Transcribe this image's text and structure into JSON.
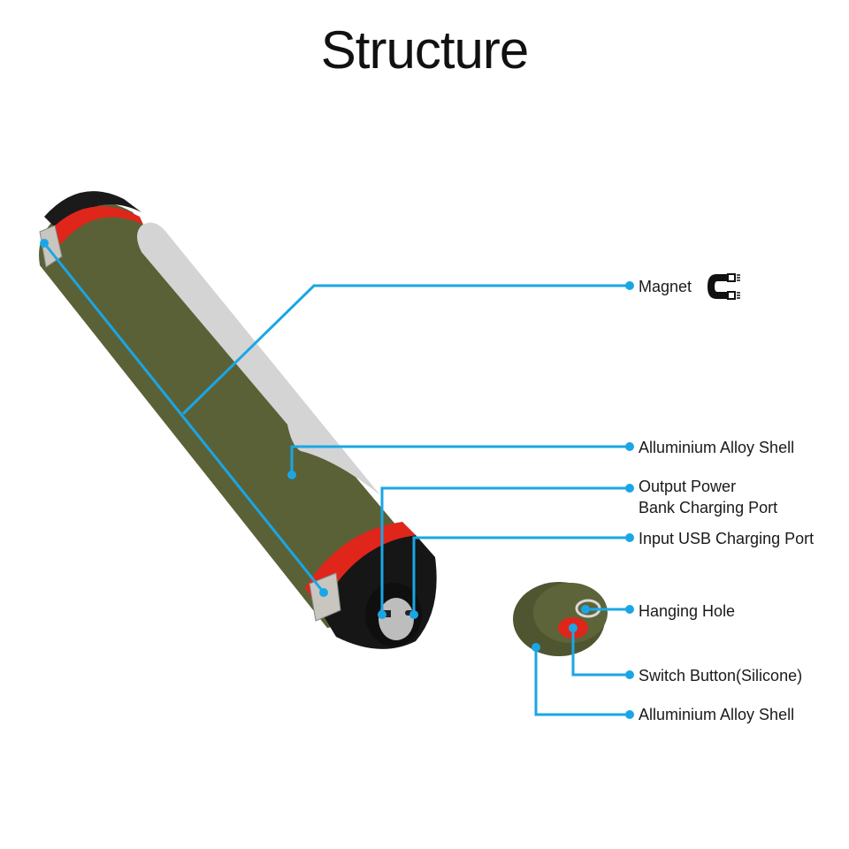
{
  "title": "Structure",
  "colors": {
    "callout": "#1aa6e6",
    "shell": "#5b6136",
    "ring": "#e0251b",
    "diffuser": "#d2d2d2",
    "cap": "#1a1a1a",
    "magnet_plate": "#c9c6c0"
  },
  "labels": {
    "magnet": "Magnet",
    "shell_body": "Alluminium Alloy Shell",
    "output_port_line1": "Output Power",
    "output_port_line2": "Bank Charging Port",
    "input_port": "Input USB Charging Port",
    "hanging_hole": "Hanging Hole",
    "switch_button": "Switch Button(Silicone)",
    "shell_cap": "Alluminium Alloy Shell"
  },
  "icons": {
    "magnet": "horseshoe-magnet-icon"
  }
}
